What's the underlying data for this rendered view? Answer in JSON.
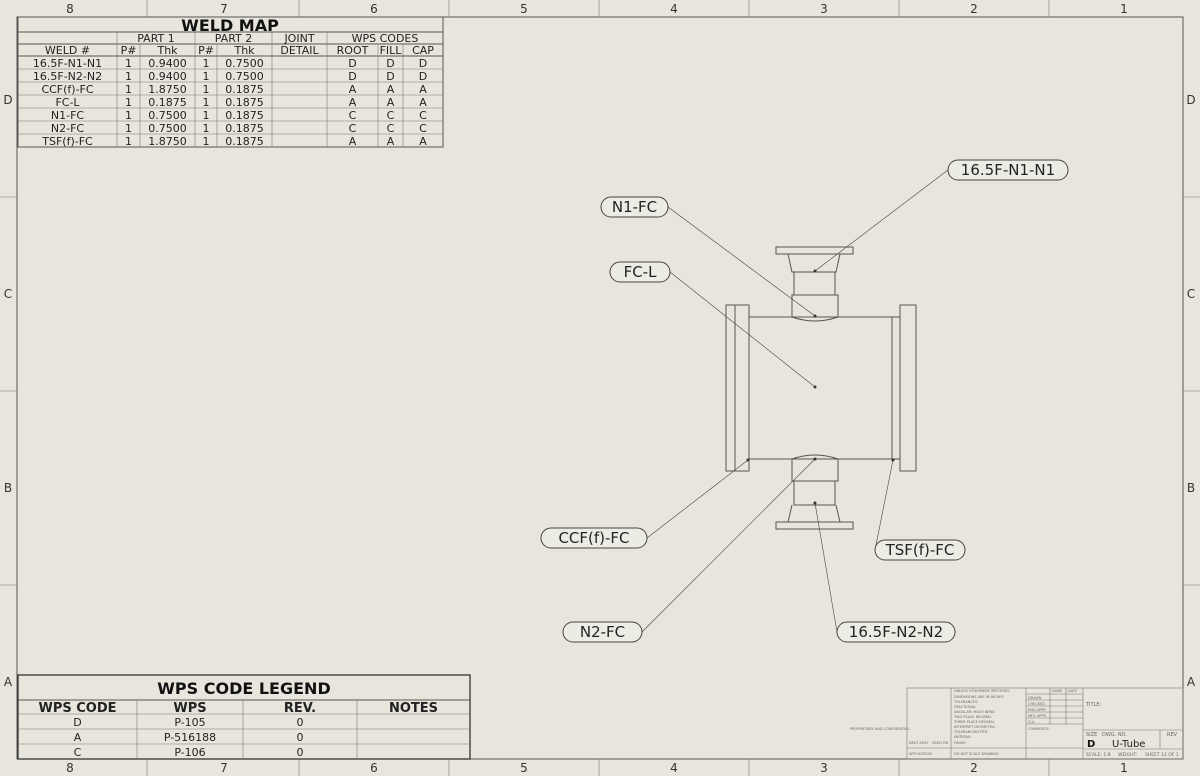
{
  "zones": {
    "columns": [
      "8",
      "7",
      "6",
      "5",
      "4",
      "3",
      "2",
      "1"
    ],
    "rows": [
      "D",
      "C",
      "B",
      "A"
    ]
  },
  "weld_map": {
    "title": "WELD MAP",
    "group_headers": [
      "PART 1",
      "PART 2",
      "JOINT",
      "WPS CODES"
    ],
    "columns": [
      "WELD #",
      "P#",
      "Thk",
      "P#",
      "Thk",
      "DETAIL",
      "ROOT",
      "FILL",
      "CAP"
    ],
    "rows": [
      [
        "16.5F-N1-N1",
        "1",
        "0.9400",
        "1",
        "0.7500",
        "",
        "D",
        "D",
        "D"
      ],
      [
        "16.5F-N2-N2",
        "1",
        "0.9400",
        "1",
        "0.7500",
        "",
        "D",
        "D",
        "D"
      ],
      [
        "CCF(f)-FC",
        "1",
        "1.8750",
        "1",
        "0.1875",
        "",
        "A",
        "A",
        "A"
      ],
      [
        "FC-L",
        "1",
        "0.1875",
        "1",
        "0.1875",
        "",
        "A",
        "A",
        "A"
      ],
      [
        "N1-FC",
        "1",
        "0.7500",
        "1",
        "0.1875",
        "",
        "C",
        "C",
        "C"
      ],
      [
        "N2-FC",
        "1",
        "0.7500",
        "1",
        "0.1875",
        "",
        "C",
        "C",
        "C"
      ],
      [
        "TSF(f)-FC",
        "1",
        "1.8750",
        "1",
        "0.1875",
        "",
        "A",
        "A",
        "A"
      ]
    ]
  },
  "legend": {
    "title": "WPS CODE LEGEND",
    "columns": [
      "WPS CODE",
      "WPS",
      "REV.",
      "NOTES"
    ],
    "rows": [
      [
        "D",
        "P-105",
        "0",
        ""
      ],
      [
        "A",
        "P-516188",
        "0",
        ""
      ],
      [
        "C",
        "P-106",
        "0",
        ""
      ]
    ]
  },
  "callouts": [
    "16.5F-N1-N1",
    "N1-FC",
    "FC-L",
    "CCF(f)-FC",
    "TSF(f)-FC",
    "N2-FC",
    "16.5F-N2-N2"
  ],
  "title_block": {
    "unless_specified": "UNLESS OTHERWISE SPECIFIED:",
    "name": "NAME",
    "date": "DATE",
    "drawn": "DRAWN",
    "checked": "CHECKED",
    "eng_appr": "ENG APPR.",
    "mfg_appr": "MFG APPR.",
    "qa": "Q.A.",
    "comments": "COMMENTS:",
    "dims": "DIMENSIONS ARE IN INCHES",
    "tolerances": "TOLERANCES:",
    "fractional": "FRACTIONAL",
    "angular": "ANGULAR: MACH    BEND",
    "two_place": "TWO PLACE DECIMAL",
    "three_place": "THREE PLACE DECIMAL",
    "interpret": "INTERPRET GEOMETRIC",
    "tolerancing": "TOLERANCING PER:",
    "material": "MATERIAL",
    "finish": "FINISH",
    "next_assy": "NEXT ASSY",
    "used_on": "USED ON",
    "application": "APPLICATION",
    "do_not_scale": "DO NOT SCALE DRAWING",
    "proprietary": "PROPRIETARY AND CONFIDENTIAL",
    "title_label": "TITLE:",
    "size_label": "SIZE",
    "size": "D",
    "dwg_no_label": "DWG. NO.",
    "dwg_no": "U-Tube",
    "rev_label": "REV",
    "scale": "SCALE: 1:8",
    "weight": "WEIGHT:",
    "sheet": "SHEET 11 OF 1"
  }
}
